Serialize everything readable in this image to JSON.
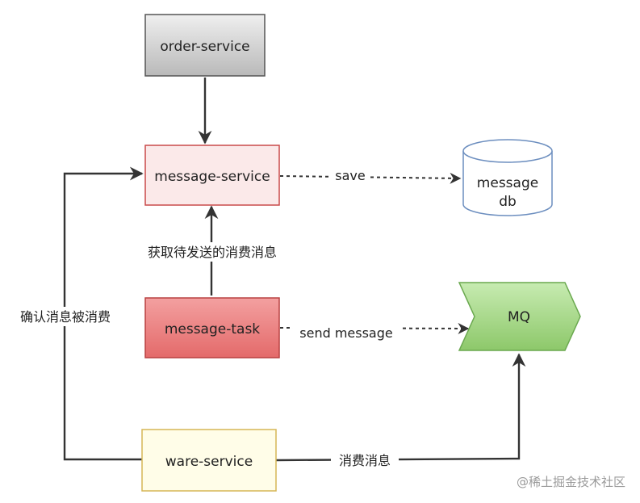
{
  "nodes": {
    "order_service": "order-service",
    "message_service": "message-service",
    "message_db_line1": "message",
    "message_db_line2": "db",
    "message_task": "message-task",
    "mq": "MQ",
    "ware_service": "ware-service"
  },
  "edges": {
    "save": "save",
    "fetch_pending": "获取待发送的消费消息",
    "send_message": "send message",
    "confirm_consumed": "确认消息被消费",
    "consume": "消费消息"
  },
  "watermark": "@稀土掘金技术社区",
  "colors": {
    "order_fill": "#c9c9c9",
    "order_stroke": "#555555",
    "message_service_fill": "#fbe9e9",
    "message_service_stroke": "#c94a4a",
    "db_stroke": "#6c8ebf",
    "task_fill": "#ee7b7b",
    "task_stroke": "#b94040",
    "mq_fill": "#9fd37e",
    "mq_stroke": "#6aa84f",
    "ware_fill": "#fffde8",
    "ware_stroke": "#d6b656",
    "edge": "#333333"
  }
}
